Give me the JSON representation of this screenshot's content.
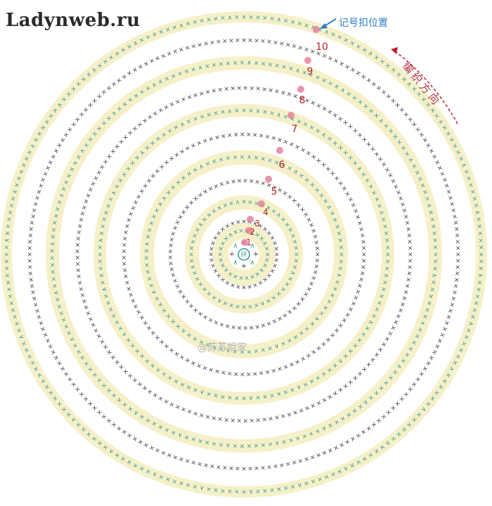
{
  "site_logo": "Ladynweb.ru",
  "marker_label": "记号扣位置",
  "direction_label": "编织方向",
  "center_label": "环",
  "watermark": "@苏苏姐家",
  "round_numbers": [
    "1",
    "2",
    "3",
    "4",
    "5",
    "6",
    "7",
    "8",
    "9",
    "10"
  ],
  "colors": {
    "band_fill": "#f6f0c8",
    "teal_stitch": "#2e9a9a",
    "dark_stitch": "#3a3a3a",
    "marker": "#e4829a",
    "accent_red": "#b8222f",
    "accent_blue": "#2f7fc4"
  }
}
